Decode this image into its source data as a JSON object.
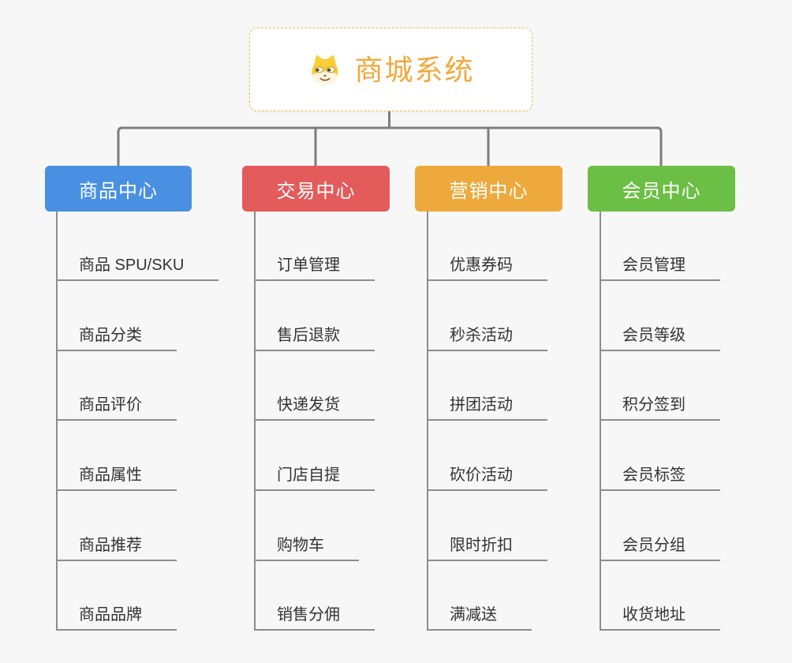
{
  "root": {
    "label": "商城系统",
    "label_color": "#f2a83c",
    "icon": "doge-face-icon"
  },
  "categories": [
    {
      "label": "商品中心",
      "color": "#4a90e2",
      "children": [
        "商品 SPU/SKU",
        "商品分类",
        "商品评价",
        "商品属性",
        "商品推荐",
        "商品品牌"
      ]
    },
    {
      "label": "交易中心",
      "color": "#e45b5b",
      "children": [
        "订单管理",
        "售后退款",
        "快递发货",
        "门店自提",
        "购物车",
        "销售分佣"
      ]
    },
    {
      "label": "营销中心",
      "color": "#eda93c",
      "children": [
        "优惠券码",
        "秒杀活动",
        "拼团活动",
        "砍价活动",
        "限时折扣",
        "满减送"
      ]
    },
    {
      "label": "会员中心",
      "color": "#6bbf44",
      "children": [
        "会员管理",
        "会员等级",
        "积分签到",
        "会员标签",
        "会员分组",
        "收货地址"
      ]
    }
  ]
}
